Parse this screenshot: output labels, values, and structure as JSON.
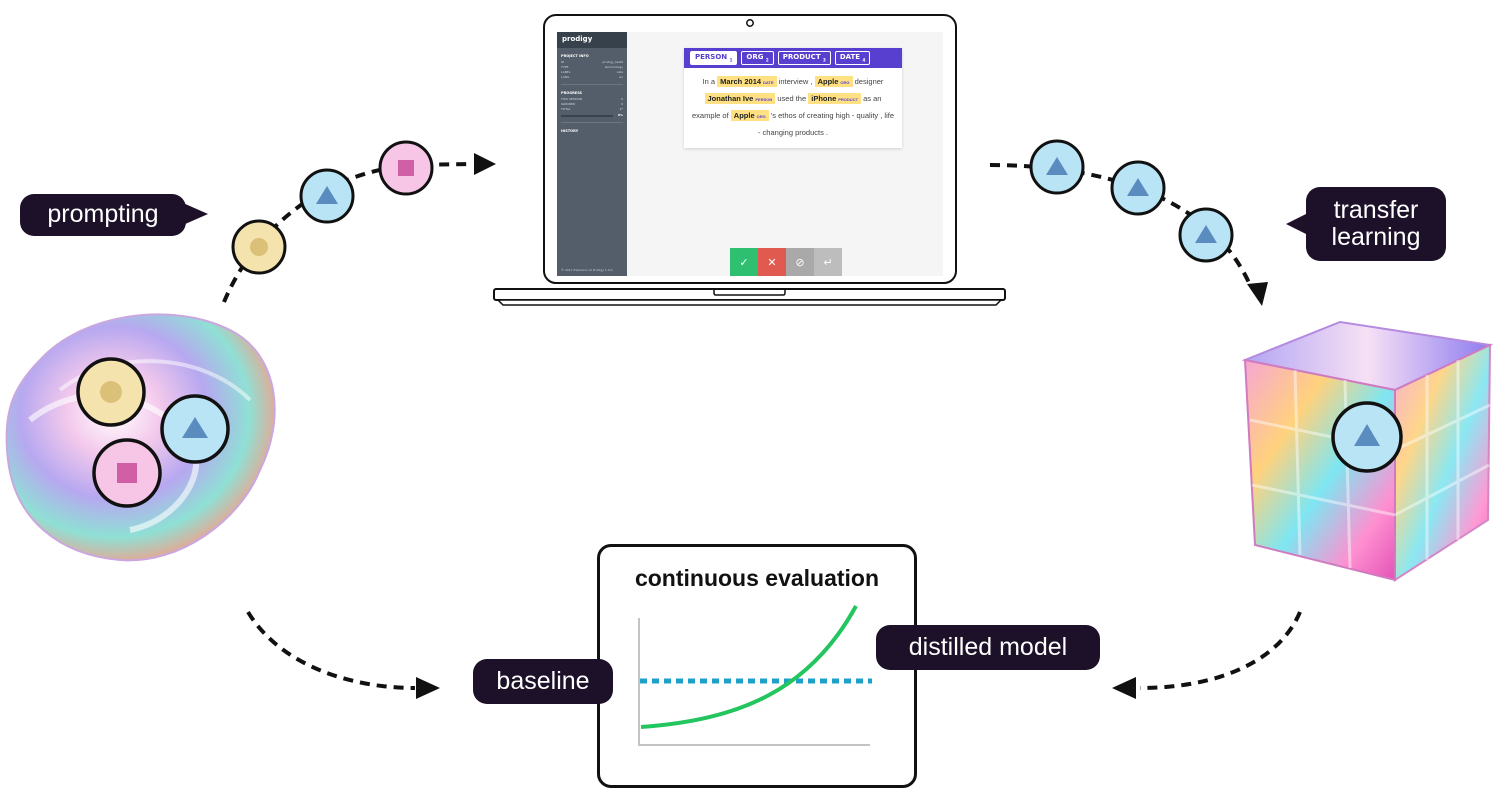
{
  "bubbles": {
    "prompting": "prompting",
    "transfer_learning_1": "transfer",
    "transfer_learning_2": "learning",
    "baseline": "baseline",
    "distilled_model": "distilled model"
  },
  "evaluation": {
    "title": "continuous evaluation",
    "baseline_color": "#1ea1c9",
    "curve_color": "#22c55e"
  },
  "app": {
    "name": "prodigy",
    "sidebar": {
      "project_info": "PROJECT INFO",
      "rows": [
        {
          "k": "ID",
          "v": "prodigy_test2"
        },
        {
          "k": "TYPE",
          "v": "terminology"
        },
        {
          "k": "LABEL",
          "v": "cats"
        },
        {
          "k": "LANG",
          "v": "en"
        }
      ],
      "progress": "PROGRESS",
      "progress_rows": [
        {
          "k": "THIS SESSION",
          "v": "0"
        },
        {
          "k": "IGNORED",
          "v": "0"
        },
        {
          "k": "TOTAL",
          "v": "2*"
        }
      ],
      "progress_pct": "0%",
      "history": "HISTORY",
      "footer": "© 2017 Explosion AI    Prodigy 1.0.0"
    },
    "labels": [
      {
        "name": "PERSON",
        "key": "1"
      },
      {
        "name": "ORG",
        "key": "2"
      },
      {
        "name": "PRODUCT",
        "key": "3"
      },
      {
        "name": "DATE",
        "key": "4"
      }
    ],
    "sentence": {
      "t1": "In a",
      "e1": "March 2014",
      "e1tag": "DATE",
      "t2": "interview ,",
      "e2": "Apple",
      "e2tag": "ORG",
      "t3": "designer",
      "e3": "Jonathan Ive",
      "e3tag": "PERSON",
      "t4": "used the",
      "e4": "iPhone",
      "e4tag": "PRODUCT",
      "t5": "as an example of",
      "e5": "Apple",
      "e5tag": "ORG",
      "t6": "'s ethos of creating high - quality , life - changing products ."
    },
    "buttons": {
      "accept": "✓",
      "reject": "✕",
      "ignore": "⊘",
      "undo": "↵"
    },
    "colors": {
      "accent": "#583fcf",
      "accept": "#2fbf71",
      "reject": "#e05a4f",
      "ignore": "#a9a9a9",
      "entity": "#ffe184"
    }
  },
  "token_colors": {
    "circle": "#f5e3ad",
    "triangle": "#b8e4f5",
    "square": "#f7c5e5"
  }
}
